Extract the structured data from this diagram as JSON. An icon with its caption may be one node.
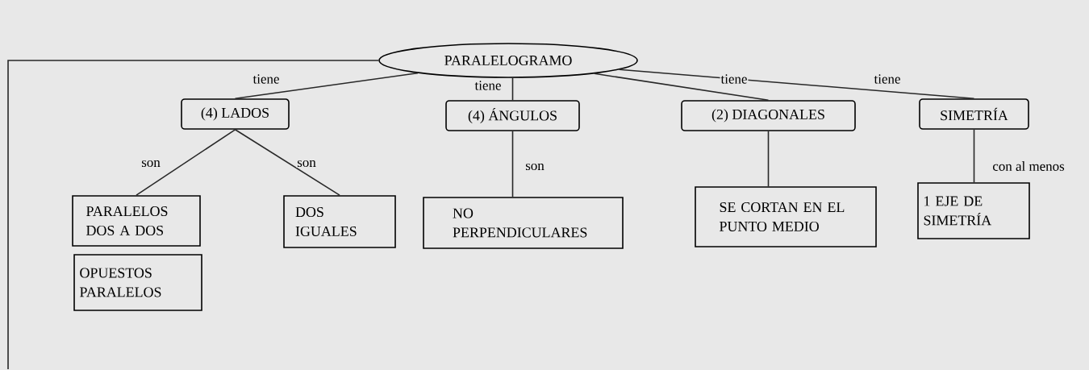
{
  "diagram": {
    "nodes": [
      {
        "text": [
          "PARALELOGRAMO"
        ]
      },
      {
        "text": [
          "(4) LADOS"
        ]
      },
      {
        "text": [
          "(4) ÁNGULOS"
        ]
      },
      {
        "text": [
          "(2) DIAGONALES"
        ]
      },
      {
        "text": [
          "SIMETRÍA"
        ]
      },
      {
        "text": [
          "PARALELOS DOS A DOS"
        ]
      },
      {
        "text": [
          "DOS IGUALES"
        ]
      },
      {
        "text": [
          "OPUESTOS PARALELOS"
        ]
      },
      {
        "text": [
          "NO PERPENDICULARES"
        ]
      },
      {
        "text": [
          "SE CORTAN EN EL PUNTO MEDIO"
        ]
      },
      {
        "text": [
          "1 EJE DE SIMETRÍA"
        ]
      }
    ],
    "edges": [
      {
        "from": 0,
        "to": null,
        "arrow": "none"
      },
      {
        "from": 0,
        "to": 1,
        "arrow": "none",
        "label": "tiene"
      },
      {
        "from": 0,
        "to": 2,
        "arrow": "none",
        "label": "tiene"
      },
      {
        "from": 0,
        "to": 3,
        "arrow": "none",
        "label": "tiene"
      },
      {
        "from": 0,
        "to": 4,
        "arrow": "none",
        "label": "tiene"
      },
      {
        "from": 1,
        "to": 5,
        "arrow": "none",
        "label": "son"
      },
      {
        "from": 1,
        "to": 6,
        "arrow": "none",
        "label": "son"
      },
      {
        "from": 2,
        "to": 8,
        "arrow": "none",
        "label": "son"
      },
      {
        "from": 3,
        "to": 9,
        "arrow": "none"
      },
      {
        "from": 4,
        "to": 10,
        "arrow": "none",
        "label": "con al menos"
      }
    ]
  }
}
